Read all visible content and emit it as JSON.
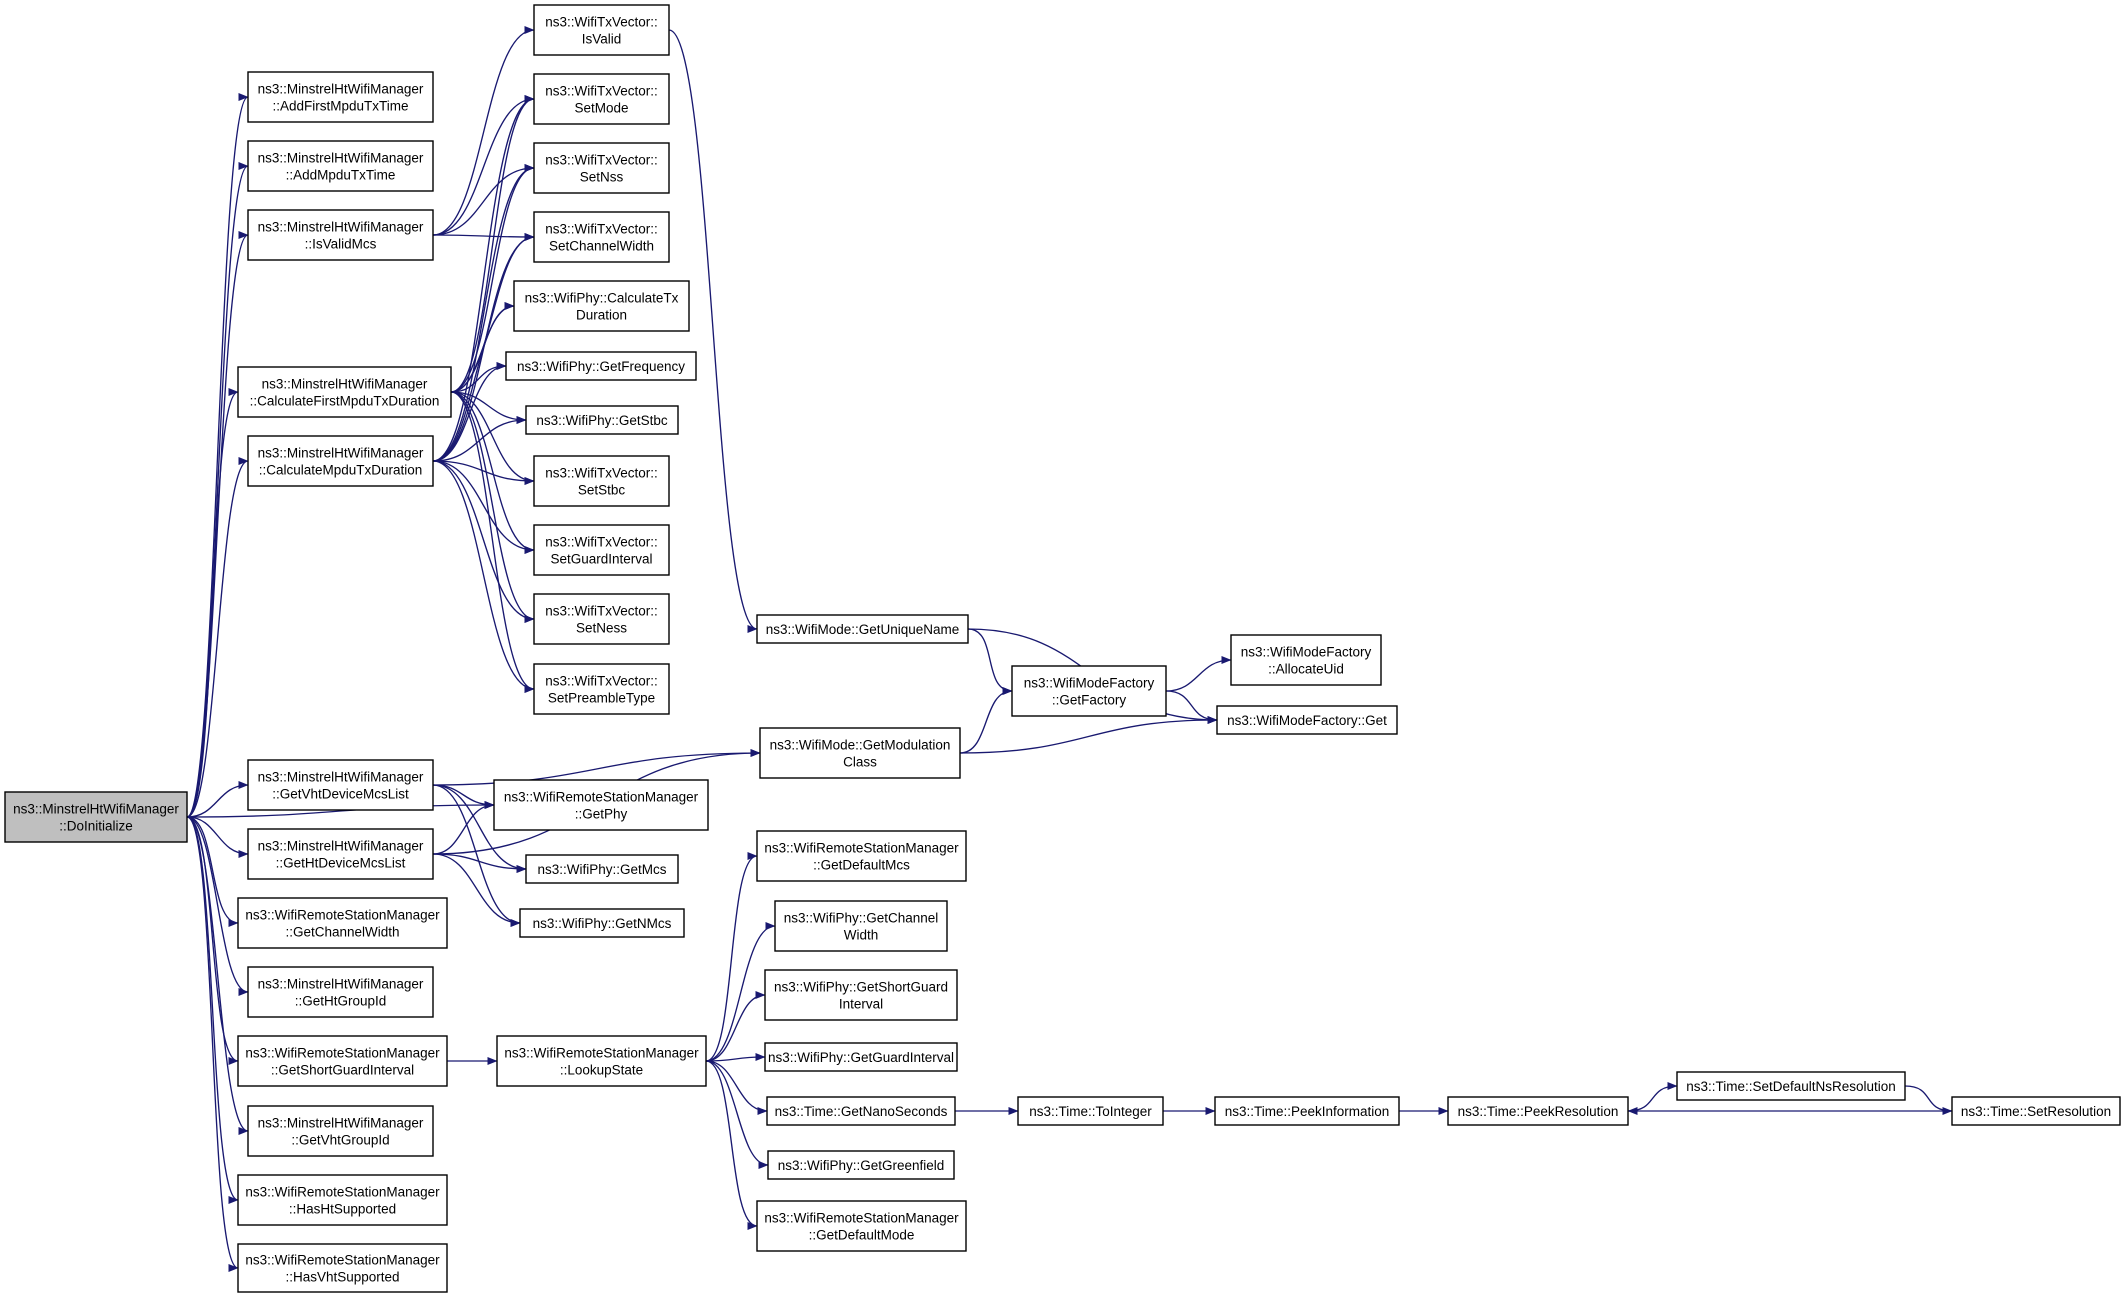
{
  "colors": {
    "edge": "#191970",
    "root_fill": "#bfbfbf",
    "node_fill": "#ffffff",
    "node_border": "#000000"
  },
  "nodes": [
    {
      "id": "doinit",
      "lines": [
        "ns3::MinstrelHtWifiManager",
        "::DoInitialize"
      ],
      "root": true
    },
    {
      "id": "addfirst",
      "lines": [
        "ns3::MinstrelHtWifiManager",
        "::AddFirstMpduTxTime"
      ]
    },
    {
      "id": "addmpdu",
      "lines": [
        "ns3::MinstrelHtWifiManager",
        "::AddMpduTxTime"
      ]
    },
    {
      "id": "isvalidmcs",
      "lines": [
        "ns3::MinstrelHtWifiManager",
        "::IsValidMcs"
      ]
    },
    {
      "id": "calcfirst",
      "lines": [
        "ns3::MinstrelHtWifiManager",
        "::CalculateFirstMpduTxDuration"
      ]
    },
    {
      "id": "calcmpdu",
      "lines": [
        "ns3::MinstrelHtWifiManager",
        "::CalculateMpduTxDuration"
      ]
    },
    {
      "id": "getvhtlist",
      "lines": [
        "ns3::MinstrelHtWifiManager",
        "::GetVhtDeviceMcsList"
      ]
    },
    {
      "id": "gethtlist",
      "lines": [
        "ns3::MinstrelHtWifiManager",
        "::GetHtDeviceMcsList"
      ]
    },
    {
      "id": "getchw",
      "lines": [
        "ns3::WifiRemoteStationManager",
        "::GetChannelWidth"
      ]
    },
    {
      "id": "gethtgroup",
      "lines": [
        "ns3::MinstrelHtWifiManager",
        "::GetHtGroupId"
      ]
    },
    {
      "id": "getsgi",
      "lines": [
        "ns3::WifiRemoteStationManager",
        "::GetShortGuardInterval"
      ]
    },
    {
      "id": "getvhtgroup",
      "lines": [
        "ns3::MinstrelHtWifiManager",
        "::GetVhtGroupId"
      ]
    },
    {
      "id": "hasht",
      "lines": [
        "ns3::WifiRemoteStationManager",
        "::HasHtSupported"
      ]
    },
    {
      "id": "hasvht",
      "lines": [
        "ns3::WifiRemoteStationManager",
        "::HasVhtSupported"
      ]
    },
    {
      "id": "isvalid",
      "lines": [
        "ns3::WifiTxVector::",
        "IsValid"
      ]
    },
    {
      "id": "setmode",
      "lines": [
        "ns3::WifiTxVector::",
        "SetMode"
      ]
    },
    {
      "id": "setnss",
      "lines": [
        "ns3::WifiTxVector::",
        "SetNss"
      ]
    },
    {
      "id": "setchw",
      "lines": [
        "ns3::WifiTxVector::",
        "SetChannelWidth"
      ]
    },
    {
      "id": "calctx",
      "lines": [
        "ns3::WifiPhy::CalculateTx",
        "Duration"
      ]
    },
    {
      "id": "getfreq",
      "lines": [
        "ns3::WifiPhy::GetFrequency"
      ]
    },
    {
      "id": "getstbc",
      "lines": [
        "ns3::WifiPhy::GetStbc"
      ]
    },
    {
      "id": "setstbc",
      "lines": [
        "ns3::WifiTxVector::",
        "SetStbc"
      ]
    },
    {
      "id": "setgi",
      "lines": [
        "ns3::WifiTxVector::",
        "SetGuardInterval"
      ]
    },
    {
      "id": "setness",
      "lines": [
        "ns3::WifiTxVector::",
        "SetNess"
      ]
    },
    {
      "id": "setpre",
      "lines": [
        "ns3::WifiTxVector::",
        "SetPreambleType"
      ]
    },
    {
      "id": "getphy",
      "lines": [
        "ns3::WifiRemoteStationManager",
        "::GetPhy"
      ]
    },
    {
      "id": "getmcs",
      "lines": [
        "ns3::WifiPhy::GetMcs"
      ]
    },
    {
      "id": "getnmcs",
      "lines": [
        "ns3::WifiPhy::GetNMcs"
      ]
    },
    {
      "id": "lookup",
      "lines": [
        "ns3::WifiRemoteStationManager",
        "::LookupState"
      ]
    },
    {
      "id": "getuname",
      "lines": [
        "ns3::WifiMode::GetUniqueName"
      ]
    },
    {
      "id": "getmodclass",
      "lines": [
        "ns3::WifiMode::GetModulation",
        "Class"
      ]
    },
    {
      "id": "getdefmcs",
      "lines": [
        "ns3::WifiRemoteStationManager",
        "::GetDefaultMcs"
      ]
    },
    {
      "id": "phychw",
      "lines": [
        "ns3::WifiPhy::GetChannel",
        "Width"
      ]
    },
    {
      "id": "physgi",
      "lines": [
        "ns3::WifiPhy::GetShortGuard",
        "Interval"
      ]
    },
    {
      "id": "phygi",
      "lines": [
        "ns3::WifiPhy::GetGuardInterval"
      ]
    },
    {
      "id": "getnano",
      "lines": [
        "ns3::Time::GetNanoSeconds"
      ]
    },
    {
      "id": "getgreen",
      "lines": [
        "ns3::WifiPhy::GetGreenfield"
      ]
    },
    {
      "id": "getdefmode",
      "lines": [
        "ns3::WifiRemoteStationManager",
        "::GetDefaultMode"
      ]
    },
    {
      "id": "mfgetfactory",
      "lines": [
        "ns3::WifiModeFactory",
        "::GetFactory"
      ]
    },
    {
      "id": "mfalloc",
      "lines": [
        "ns3::WifiModeFactory",
        "::AllocateUid"
      ]
    },
    {
      "id": "mfget",
      "lines": [
        "ns3::WifiModeFactory::Get"
      ]
    },
    {
      "id": "toint",
      "lines": [
        "ns3::Time::ToInteger"
      ]
    },
    {
      "id": "peekinfo",
      "lines": [
        "ns3::Time::PeekInformation"
      ]
    },
    {
      "id": "peekres",
      "lines": [
        "ns3::Time::PeekResolution"
      ]
    },
    {
      "id": "setdefns",
      "lines": [
        "ns3::Time::SetDefaultNsResolution"
      ]
    },
    {
      "id": "setres",
      "lines": [
        "ns3::Time::SetResolution"
      ]
    }
  ],
  "edges": [
    [
      "doinit",
      "addfirst"
    ],
    [
      "doinit",
      "addmpdu"
    ],
    [
      "doinit",
      "isvalidmcs"
    ],
    [
      "doinit",
      "calcfirst"
    ],
    [
      "doinit",
      "calcmpdu"
    ],
    [
      "doinit",
      "getvhtlist"
    ],
    [
      "doinit",
      "gethtlist"
    ],
    [
      "doinit",
      "getchw"
    ],
    [
      "doinit",
      "gethtgroup"
    ],
    [
      "doinit",
      "getsgi"
    ],
    [
      "doinit",
      "getvhtgroup"
    ],
    [
      "doinit",
      "hasht"
    ],
    [
      "doinit",
      "hasvht"
    ],
    [
      "doinit",
      "getphy"
    ],
    [
      "isvalidmcs",
      "isvalid"
    ],
    [
      "isvalidmcs",
      "setmode"
    ],
    [
      "isvalidmcs",
      "setnss"
    ],
    [
      "isvalidmcs",
      "setchw"
    ],
    [
      "calcfirst",
      "setmode"
    ],
    [
      "calcfirst",
      "setnss"
    ],
    [
      "calcfirst",
      "setchw"
    ],
    [
      "calcfirst",
      "calctx"
    ],
    [
      "calcfirst",
      "getfreq"
    ],
    [
      "calcfirst",
      "getstbc"
    ],
    [
      "calcfirst",
      "setstbc"
    ],
    [
      "calcfirst",
      "setgi"
    ],
    [
      "calcfirst",
      "setness"
    ],
    [
      "calcfirst",
      "setpre"
    ],
    [
      "calcmpdu",
      "setmode"
    ],
    [
      "calcmpdu",
      "setnss"
    ],
    [
      "calcmpdu",
      "setchw"
    ],
    [
      "calcmpdu",
      "calctx"
    ],
    [
      "calcmpdu",
      "getfreq"
    ],
    [
      "calcmpdu",
      "getstbc"
    ],
    [
      "calcmpdu",
      "setstbc"
    ],
    [
      "calcmpdu",
      "setgi"
    ],
    [
      "calcmpdu",
      "setness"
    ],
    [
      "calcmpdu",
      "setpre"
    ],
    [
      "isvalid",
      "getuname"
    ],
    [
      "getvhtlist",
      "getphy"
    ],
    [
      "getvhtlist",
      "getmcs"
    ],
    [
      "getvhtlist",
      "getnmcs"
    ],
    [
      "getvhtlist",
      "getmodclass"
    ],
    [
      "gethtlist",
      "getphy"
    ],
    [
      "gethtlist",
      "getmcs"
    ],
    [
      "gethtlist",
      "getnmcs"
    ],
    [
      "gethtlist",
      "getmodclass"
    ],
    [
      "getsgi",
      "lookup"
    ],
    [
      "lookup",
      "getdefmcs"
    ],
    [
      "lookup",
      "phychw"
    ],
    [
      "lookup",
      "physgi"
    ],
    [
      "lookup",
      "phygi"
    ],
    [
      "lookup",
      "getnano"
    ],
    [
      "lookup",
      "getgreen"
    ],
    [
      "lookup",
      "getdefmode"
    ],
    [
      "getuname",
      "mfgetfactory"
    ],
    [
      "getuname",
      "mfget"
    ],
    [
      "getmodclass",
      "mfgetfactory"
    ],
    [
      "getmodclass",
      "mfget"
    ],
    [
      "mfgetfactory",
      "mfalloc"
    ],
    [
      "mfgetfactory",
      "mfget"
    ],
    [
      "getnano",
      "toint"
    ],
    [
      "toint",
      "peekinfo"
    ],
    [
      "peekinfo",
      "peekres"
    ],
    [
      "peekres",
      "setdefns"
    ],
    [
      "setdefns",
      "setres"
    ],
    [
      "setres",
      "peekres"
    ]
  ]
}
